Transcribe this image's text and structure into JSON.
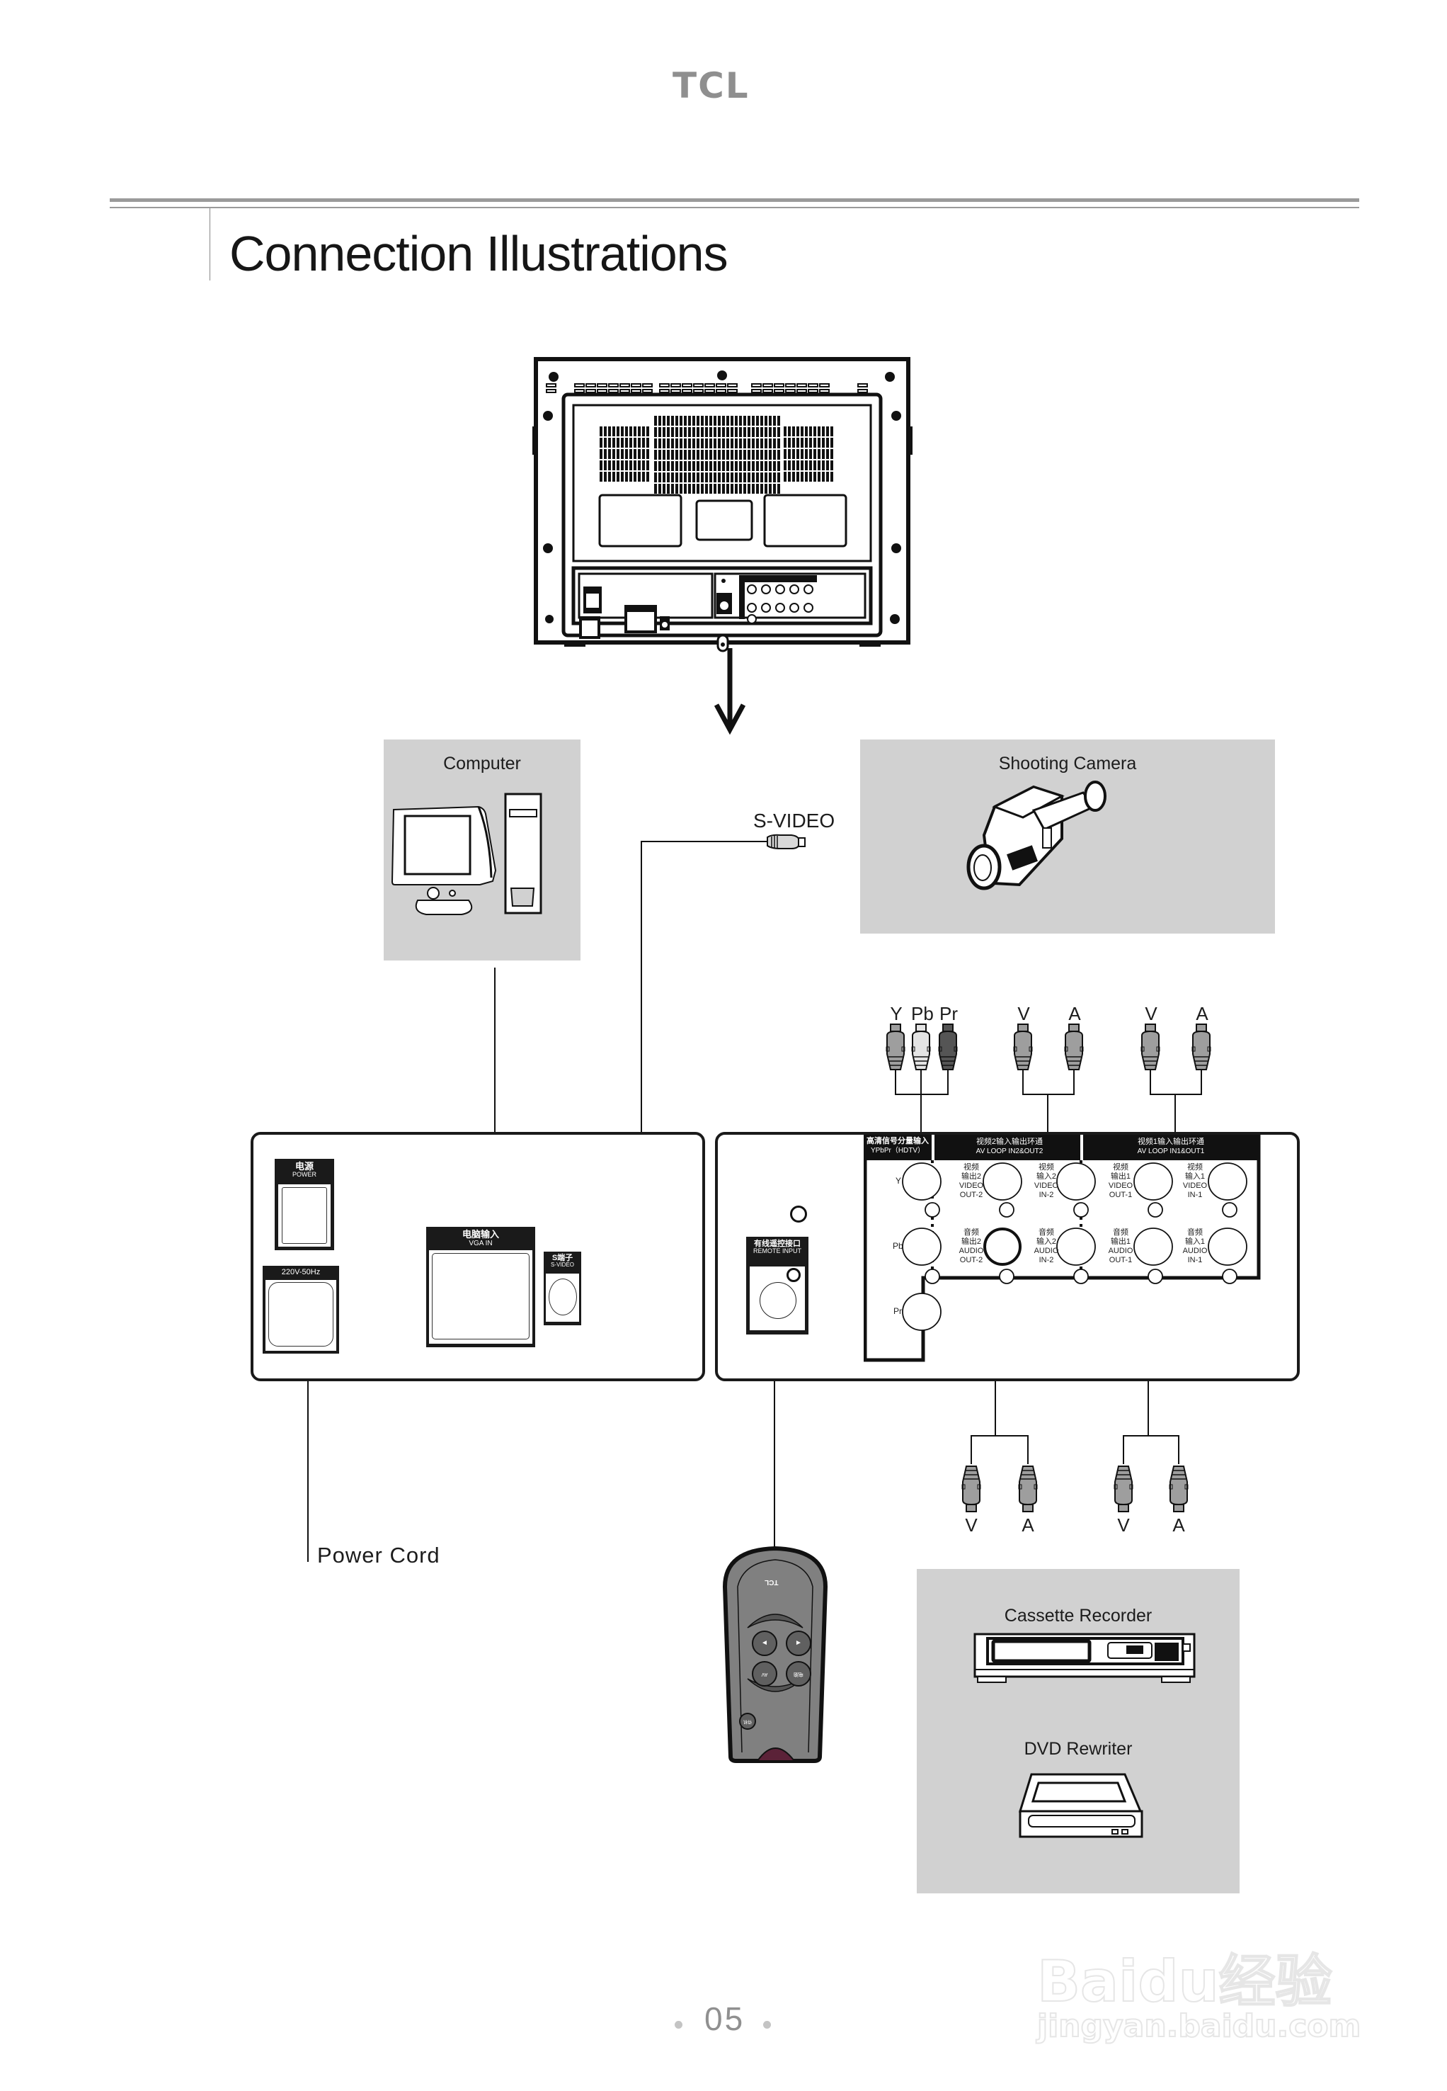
{
  "header": {
    "brand": "TCL",
    "title": "Connection Illustrations"
  },
  "devices": {
    "computer": "Computer",
    "camera": "Shooting Camera",
    "cassette": "Cassette Recorder",
    "dvd": "DVD Rewriter"
  },
  "cables": {
    "svideo": "S-VIDEO",
    "power_cord": "Power Cord",
    "top_plugs": [
      "Y",
      "Pb",
      "Pr",
      "V",
      "A",
      "V",
      "A"
    ],
    "bottom_plugs": [
      "V",
      "A",
      "V",
      "A"
    ]
  },
  "left_panel": {
    "power": {
      "cn": "电源",
      "en": "POWER"
    },
    "ac": {
      "label": "220V-50Hz"
    },
    "vga": {
      "cn": "电脑输入",
      "en": "VGA IN"
    },
    "svideo": {
      "cn": "S端子",
      "en": "S-VIDEO"
    }
  },
  "right_panel": {
    "remote": {
      "cn": "有线遥控接口",
      "en": "REMOTE INPUT"
    },
    "ypbpr": {
      "cn": "高清信号分量输入",
      "en": "YPbPr（HDTV）",
      "rows": [
        "Y",
        "Pb",
        "Pr"
      ]
    },
    "loop2": {
      "cn": "视频2输入输出环通",
      "en": "AV LOOP IN2&OUT2"
    },
    "loop1": {
      "cn": "视频1输入输出环通",
      "en": "AV LOOP IN1&OUT1"
    },
    "ports": [
      {
        "cn1": "视频",
        "cn2": "输出2",
        "en1": "VIDEO",
        "en2": "OUT-2"
      },
      {
        "cn1": "视频",
        "cn2": "输入2",
        "en1": "VIDEO",
        "en2": "IN-2"
      },
      {
        "cn1": "视频",
        "cn2": "输出1",
        "en1": "VIDEO",
        "en2": "OUT-1"
      },
      {
        "cn1": "视频",
        "cn2": "输入1",
        "en1": "VIDEO",
        "en2": "IN-1"
      },
      {
        "cn1": "音频",
        "cn2": "输出2",
        "en1": "AUDIO",
        "en2": "OUT-2"
      },
      {
        "cn1": "音频",
        "cn2": "输入2",
        "en1": "AUDIO",
        "en2": "IN-2"
      },
      {
        "cn1": "音频",
        "cn2": "输出1",
        "en1": "AUDIO",
        "en2": "OUT-1"
      },
      {
        "cn1": "音频",
        "cn2": "输入1",
        "en1": "AUDIO",
        "en2": "IN-1"
      }
    ]
  },
  "remote": {
    "brand": "TCL",
    "btn_left": "◄",
    "btn_right": "►",
    "btn_av": "AV",
    "btn_pc": "电脑",
    "btn_standby": "待机"
  },
  "footer": {
    "page_number": "05",
    "watermark_brand": "Baidu经验",
    "watermark_url": "jingyan.baidu.com"
  }
}
